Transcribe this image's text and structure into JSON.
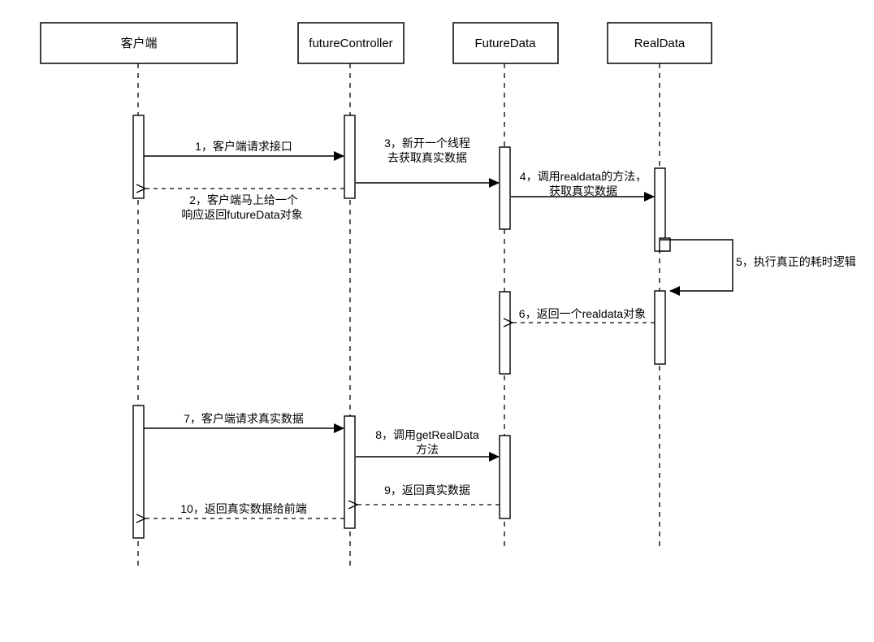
{
  "diagram_type": "uml-sequence",
  "colors": {
    "background": "#ffffff",
    "stroke": "#000000",
    "activation_fill": "#ffffff"
  },
  "actors": [
    {
      "label": "客户端"
    },
    {
      "label": "futureController"
    },
    {
      "label": "FutureData"
    },
    {
      "label": "RealData"
    }
  ],
  "messages": [
    {
      "seq": "1",
      "style": "solid",
      "from": "客户端",
      "to": "futureController",
      "lines": [
        "1，客户端请求接口"
      ]
    },
    {
      "seq": "2",
      "style": "dashed",
      "from": "futureController",
      "to": "客户端",
      "lines": [
        "2，客户端马上给一个",
        "响应返回futureData对象"
      ]
    },
    {
      "seq": "3",
      "style": "solid",
      "from": "futureController",
      "to": "FutureData",
      "lines": [
        "3，新开一个线程",
        "去获取真实数据"
      ]
    },
    {
      "seq": "4",
      "style": "solid",
      "from": "FutureData",
      "to": "RealData",
      "lines": [
        "4，调用realdata的方法，",
        "获取真实数据"
      ]
    },
    {
      "seq": "5",
      "style": "self",
      "from": "RealData",
      "to": "RealData",
      "lines": [
        "5，执行真正的耗时逻辑"
      ]
    },
    {
      "seq": "6",
      "style": "dashed",
      "from": "RealData",
      "to": "FutureData",
      "lines": [
        "6，返回一个realdata对象"
      ]
    },
    {
      "seq": "7",
      "style": "solid",
      "from": "客户端",
      "to": "futureController",
      "lines": [
        "7，客户端请求真实数据"
      ]
    },
    {
      "seq": "8",
      "style": "solid",
      "from": "futureController",
      "to": "FutureData",
      "lines": [
        "8，调用getRealData",
        "方法"
      ]
    },
    {
      "seq": "9",
      "style": "dashed",
      "from": "FutureData",
      "to": "futureController",
      "lines": [
        "9，返回真实数据"
      ]
    },
    {
      "seq": "10",
      "style": "dashed",
      "from": "futureController",
      "to": "客户端",
      "lines": [
        "10，返回真实数据给前端"
      ]
    }
  ]
}
